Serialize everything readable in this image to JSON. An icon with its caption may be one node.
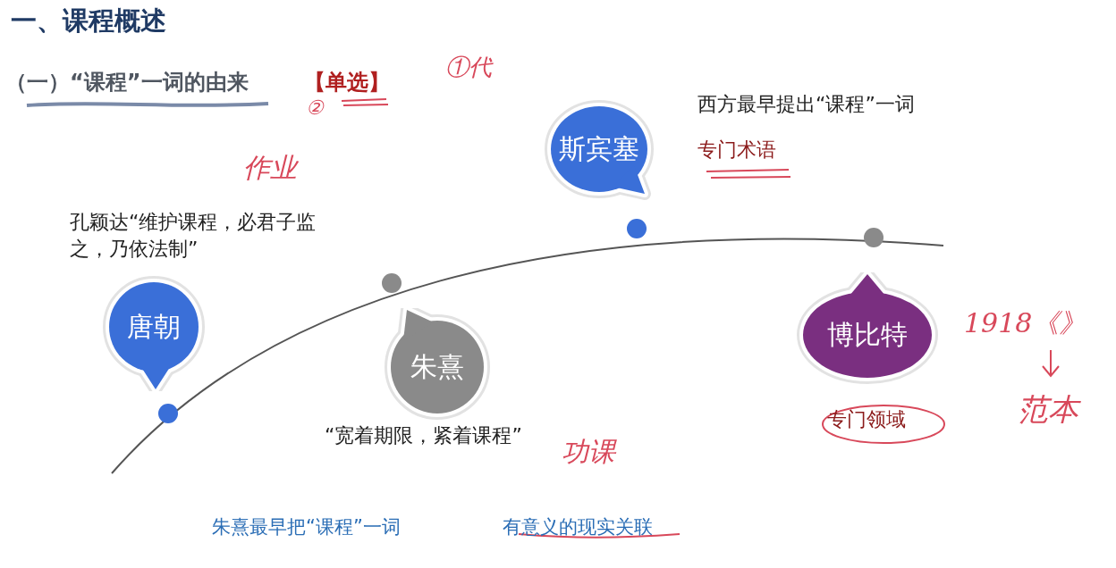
{
  "diagram": {
    "title": "一、课程概述",
    "nodes": [
      {
        "text": [
          "唐朝"
        ],
        "beside": [
          "孔颖达“维护课程，必君子监之，乃依法制”"
        ]
      },
      {
        "text": [
          "朱熹"
        ],
        "beside": [
          "“宽着期限，紧着课程”"
        ]
      },
      {
        "text": [
          "斯宾塞"
        ],
        "beside": [
          "西方最早提出“课程”一词",
          "专门术语"
        ]
      },
      {
        "text": [
          "博比特"
        ],
        "beside": [
          "专门领域"
        ]
      }
    ],
    "labels": [
      "（一）“课程”一词的由来",
      "【单选】",
      "①代",
      "②",
      "作业",
      "1918《》",
      "范本",
      "功课",
      "朱熹最早把“课程”一词",
      "有意义的现实关联"
    ]
  }
}
